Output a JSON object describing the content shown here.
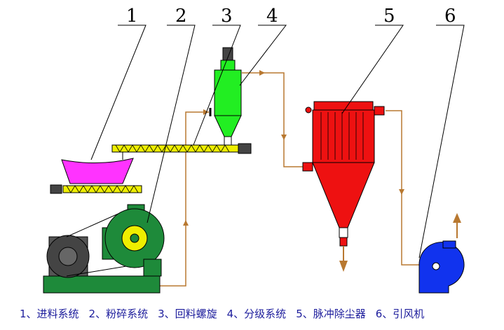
{
  "labels": [
    "1",
    "2",
    "3",
    "4",
    "5",
    "6"
  ],
  "caption": [
    "1、进料系统",
    "2、粉碎系统",
    "3、回料螺旋",
    "4、分级系统",
    "5、脉冲除尘器",
    "6、引风机"
  ],
  "colors": {
    "base": "#1e8a3a",
    "hopper": "#ff33ff",
    "screw": "#e8e800",
    "cyclone": "#22ee22",
    "collector": "#ee1111",
    "fan": "#1133ee",
    "pipe": "#b87830",
    "caption": "#1c1c9c"
  }
}
